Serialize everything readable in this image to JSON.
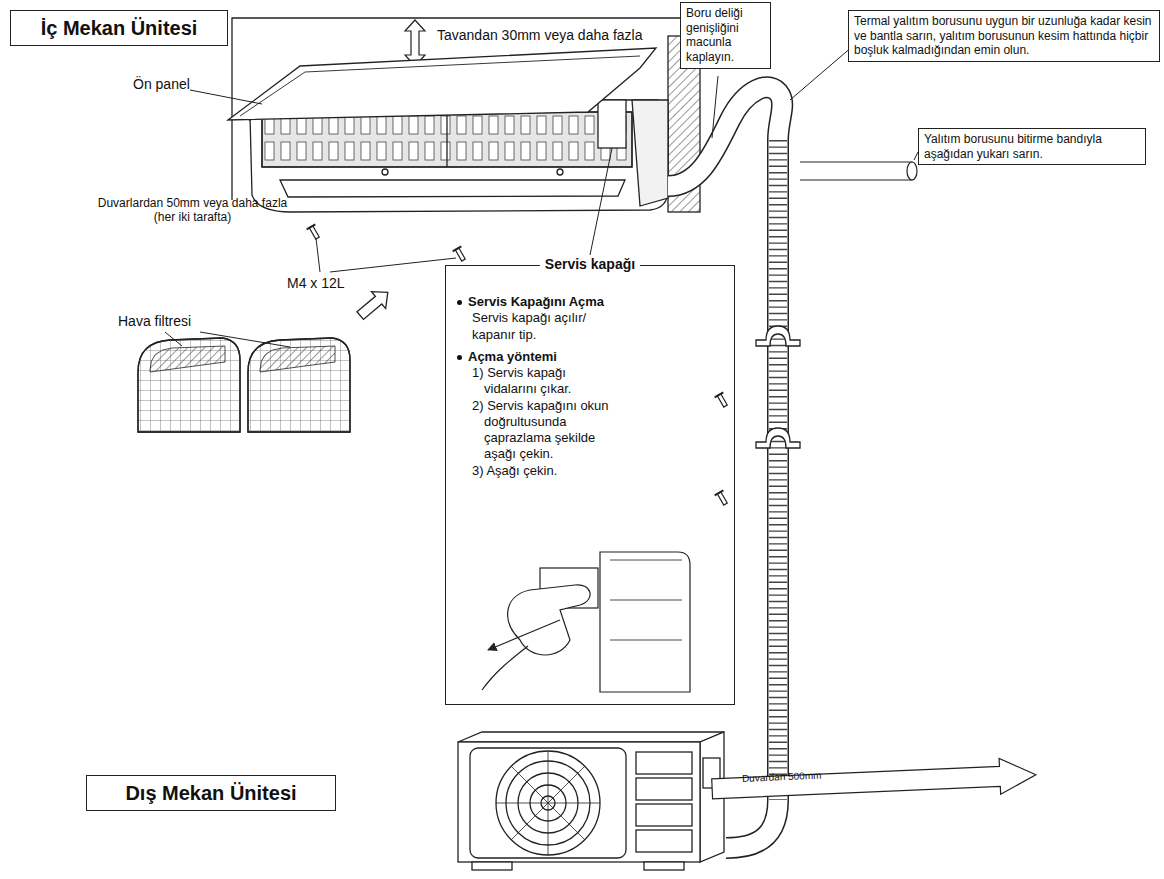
{
  "diagram": {
    "nodes": [
      {
        "text": [
          "İç Mekan Ünitesi"
        ]
      },
      {
        "text": [
          "Boru deliği genişliğini macunla kaplayın."
        ]
      },
      {
        "text": [
          "Termal yalıtım borusunu uygun bir uzunluğa kadar kesin ve bantla sarın, yalıtım borusunun kesim hattında hiçbir boşluk kalmadığından emin olun."
        ]
      },
      {
        "text": [
          "Yalıtım borusunu bitirme bandıyla aşağıdan yukarı sarın."
        ]
      },
      {
        "text": [
          "Servis kapağı",
          "Servis Kapağını Açma",
          "Servis kapağı açılır/ kapanır tip.",
          "Açma yöntemi",
          "1) Servis kapağı vidalarını çıkar.",
          "2) Servis kapağını okun doğrultusunda çaprazlama şekilde aşağı çekin.",
          "3) Aşağı çekin."
        ]
      },
      {
        "text": [
          "Dış Mekan Ünitesi"
        ]
      }
    ],
    "labels": [
      "Tavandan 30mm veya daha fazla",
      "Ön panel",
      "Duvarlardan 50mm veya daha fazla (her iki tarafta)",
      "M4 x 12L",
      "Hava filtresi",
      "Duvardan 500mm"
    ]
  }
}
